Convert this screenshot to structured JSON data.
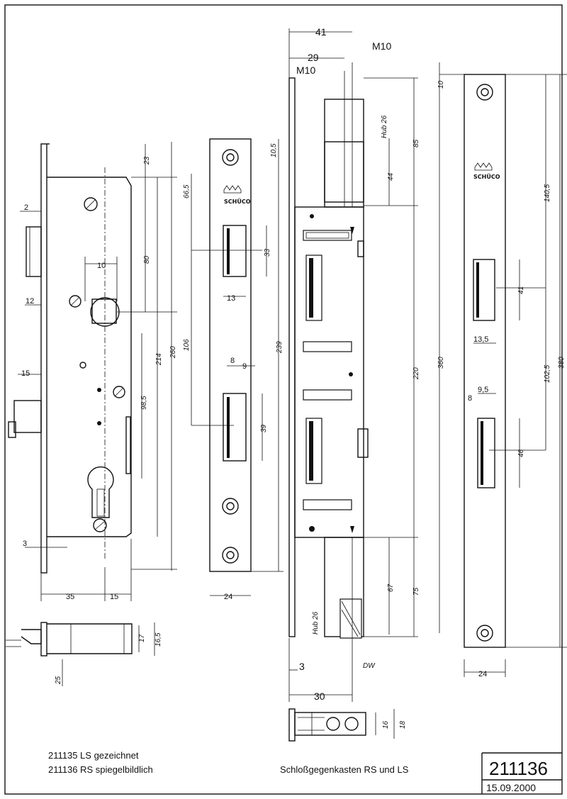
{
  "title_block": {
    "drawing_number": "211136",
    "date": "15.09.2000",
    "description": "Schloßgegenkasten RS und LS",
    "note_line_1": "211135 LS gezeichnet",
    "note_line_2": "211136 RS spiegelbildlich"
  },
  "brand": "SCHÜCO",
  "view_lock_case": {
    "dims": [
      "2",
      "12",
      "10",
      "15",
      "3",
      "35",
      "15",
      "23",
      "80",
      "214",
      "260",
      "98,5",
      "25",
      "17",
      "16,5"
    ]
  },
  "view_faceplate_small": {
    "dims": [
      "10,5",
      "66,5",
      "33",
      "13",
      "106",
      "8",
      "9",
      "239",
      "39",
      "24"
    ]
  },
  "view_center_profile": {
    "dims": [
      "41",
      "29",
      "M10",
      "M10",
      "Hub 26",
      "44",
      "85",
      "220",
      "67",
      "75",
      "Hub 26",
      "3",
      "30",
      "16",
      "18",
      "DW"
    ]
  },
  "view_faceplate_long": {
    "dims": [
      "10",
      "140,5",
      "41",
      "13,5",
      "8",
      "9,5",
      "360",
      "102,5",
      "380",
      "46",
      "24"
    ]
  },
  "colors": {
    "line": "#111111",
    "paper": "#ffffff"
  }
}
